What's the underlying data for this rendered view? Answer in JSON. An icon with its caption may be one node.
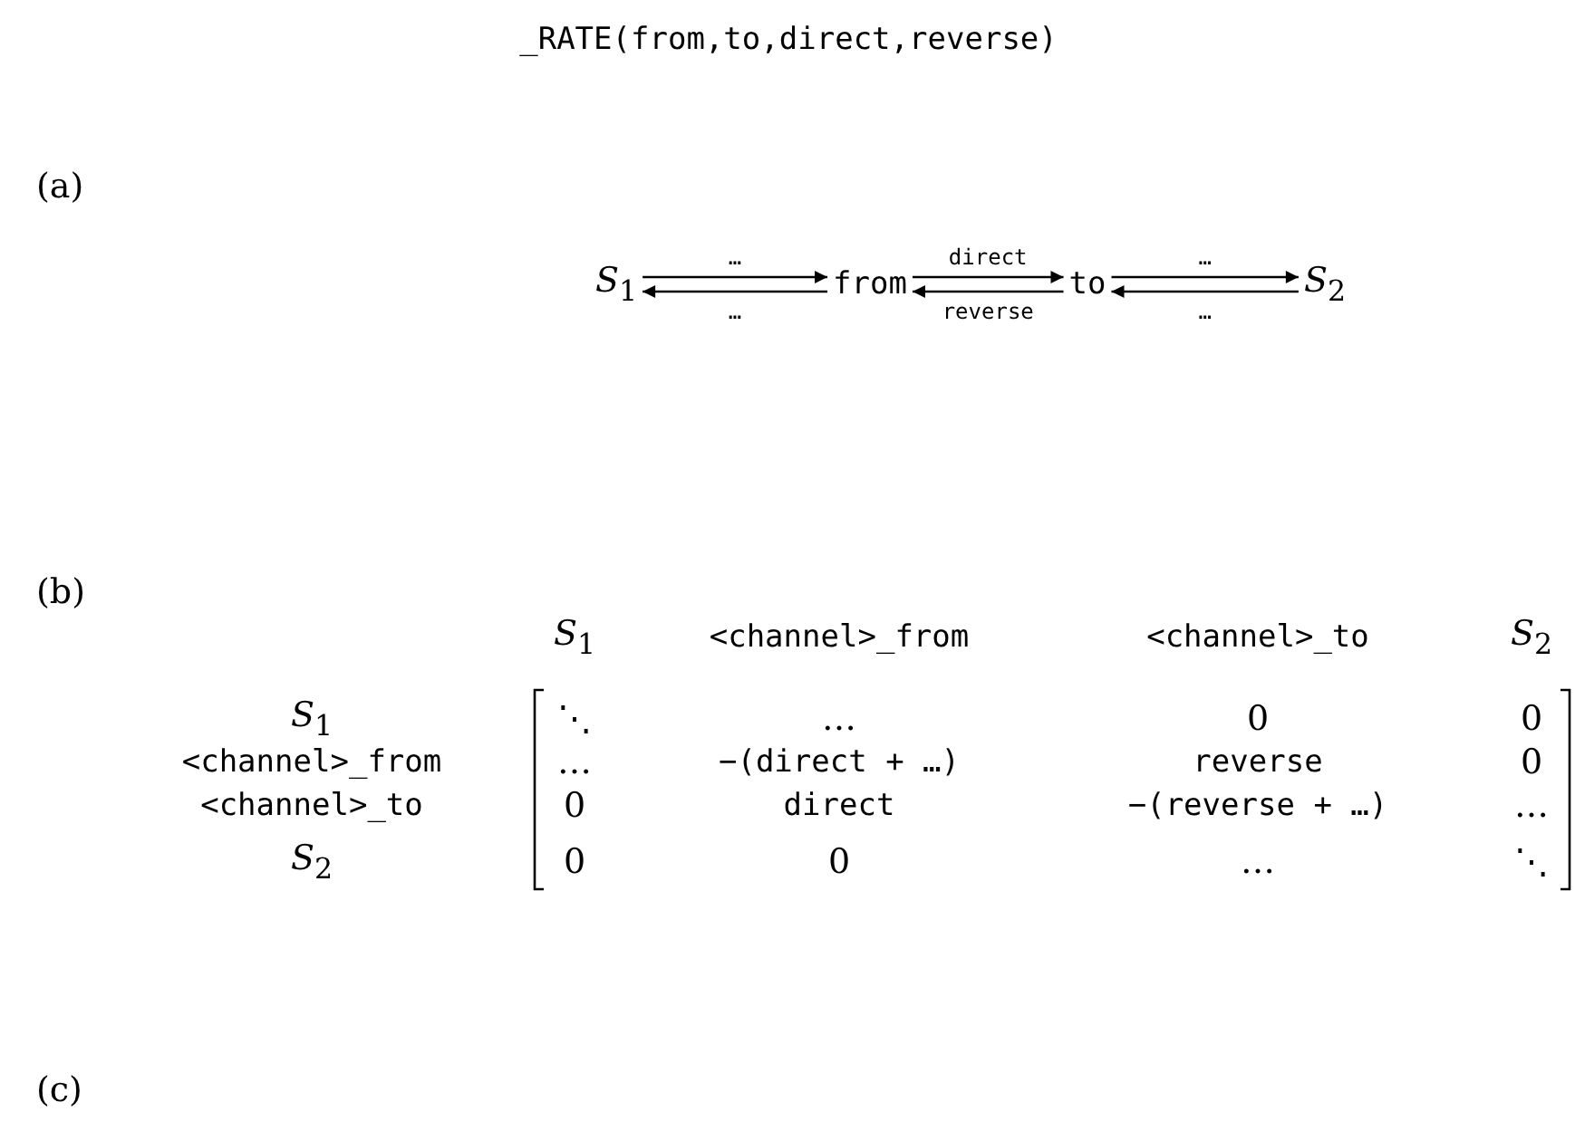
{
  "diagram": {
    "nodes": [
      {
        "text": [
          "*S*$_{1}$"
        ]
      },
      {
        "text": [
          "from"
        ]
      },
      {
        "text": [
          "to"
        ]
      },
      {
        "text": [
          "*S*$_{2}$"
        ]
      }
    ],
    "edges": [
      {
        "from": 0,
        "to": 1,
        "arrow": "to",
        "label": "…"
      },
      {
        "from": 1,
        "to": 0,
        "arrow": "to",
        "label": "…"
      },
      {
        "from": 1,
        "to": 2,
        "arrow": "to",
        "label": "direct"
      },
      {
        "from": 2,
        "to": 1,
        "arrow": "to",
        "label": "reverse"
      },
      {
        "from": 2,
        "to": 3,
        "arrow": "to",
        "label": "…"
      },
      {
        "from": 3,
        "to": 2,
        "arrow": "to",
        "label": "…"
      }
    ],
    "labels": [
      "_RATE(from,to,direct,reverse)",
      "(a)",
      "(b)",
      "*S*$_{1}$",
      "<channel>_from",
      "<channel>_to",
      "*S*$_{2}$",
      "*S*$_{1}$",
      "⋱",
      "…",
      "0",
      "0",
      "<channel>_from",
      "…",
      "−(direct + …)",
      "reverse",
      "0",
      "<channel>_to",
      "0",
      "direct",
      "−(reverse + …)",
      "…",
      "*S*$_{2}$",
      "0",
      "0",
      "…",
      "⋱",
      "(c)"
    ]
  }
}
